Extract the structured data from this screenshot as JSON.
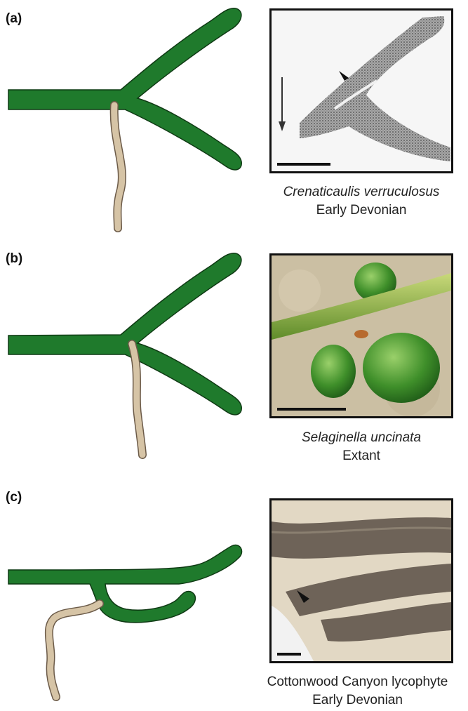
{
  "panels": [
    {
      "label": "(a)",
      "species": "Crenaticaulis verruculosus",
      "species_italic": true,
      "age": "Early Devonian",
      "photo_colors": {
        "background": "#f6f6f6",
        "tissue": "#3a3a3a"
      }
    },
    {
      "label": "(b)",
      "species": "Selaginella uncinata",
      "species_italic": true,
      "age": "Extant",
      "photo_colors": {
        "background": "#cbbfa3",
        "plant": "#3f8f2a"
      }
    },
    {
      "label": "(c)",
      "species": "Cottonwood Canyon lycophyte",
      "species_italic": false,
      "age": "Early Devonian",
      "photo_colors": {
        "background": "#e2d8c4",
        "fossil": "#6e6358"
      }
    }
  ],
  "colors": {
    "shoot": "#1f7a2c",
    "shoot_outline": "#0f3a14",
    "root": "#d6c4a6",
    "root_outline": "#6b5a48",
    "frame": "#111111"
  }
}
